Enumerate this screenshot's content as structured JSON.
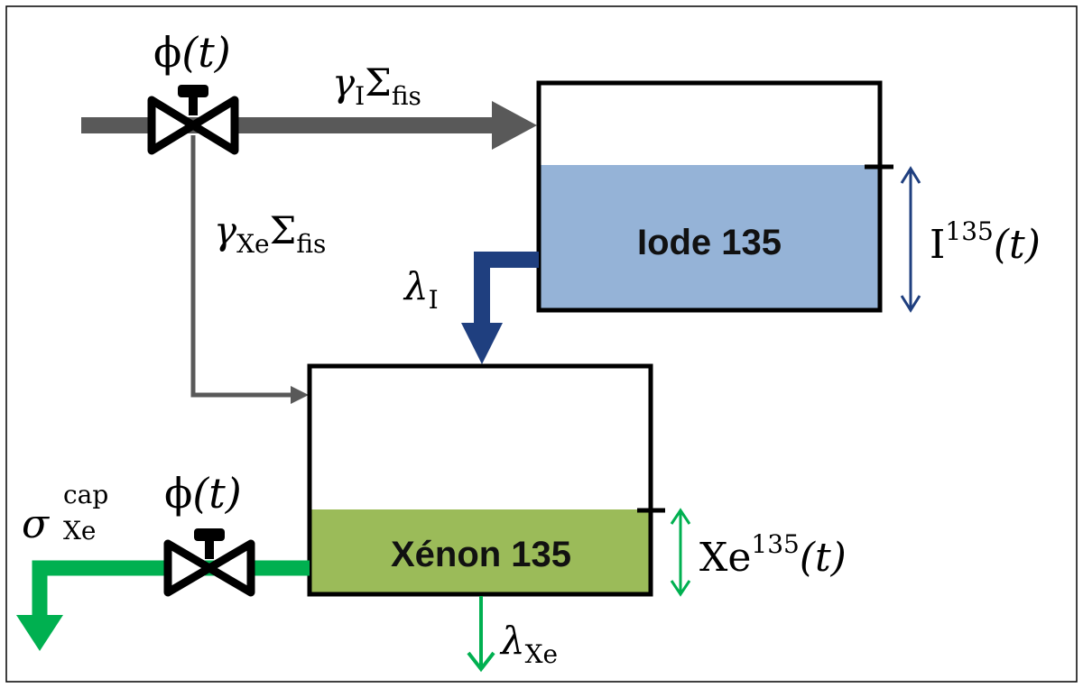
{
  "valve_top": {
    "label_main": "ϕ",
    "label_arg": "(t)"
  },
  "valve_bottom": {
    "label_main": "ϕ",
    "label_arg": "(t)"
  },
  "iodine_feed": {
    "gamma": "γ",
    "gamma_sub": "I",
    "sigma": "Σ",
    "sigma_sub": "fis"
  },
  "xenon_feed": {
    "gamma": "γ",
    "gamma_sub": "Xe",
    "sigma": "Σ",
    "sigma_sub": "fis"
  },
  "iodine_tank": {
    "label": "Iode 135",
    "level_symbol": "I",
    "level_sup": "135",
    "level_arg": "(t)",
    "fill_color": "#95b3d7",
    "fill_level": 0.64
  },
  "xenon_tank": {
    "label": "Xénon 135",
    "level_symbol": "Xe",
    "level_sup": "135",
    "level_arg": "(t)",
    "fill_color": "#9bbb59",
    "fill_level": 0.37
  },
  "iodine_decay": {
    "symbol": "λ",
    "sub": "I",
    "color": "#1f3f7f"
  },
  "xenon_decay": {
    "symbol": "λ",
    "sub": "Xe",
    "color": "#00b050"
  },
  "xenon_capture": {
    "symbol": "σ",
    "sub": "Xe",
    "sup": "cap",
    "color": "#00b050"
  },
  "colors": {
    "fission_flow": "#595959",
    "outline": "#000000"
  }
}
